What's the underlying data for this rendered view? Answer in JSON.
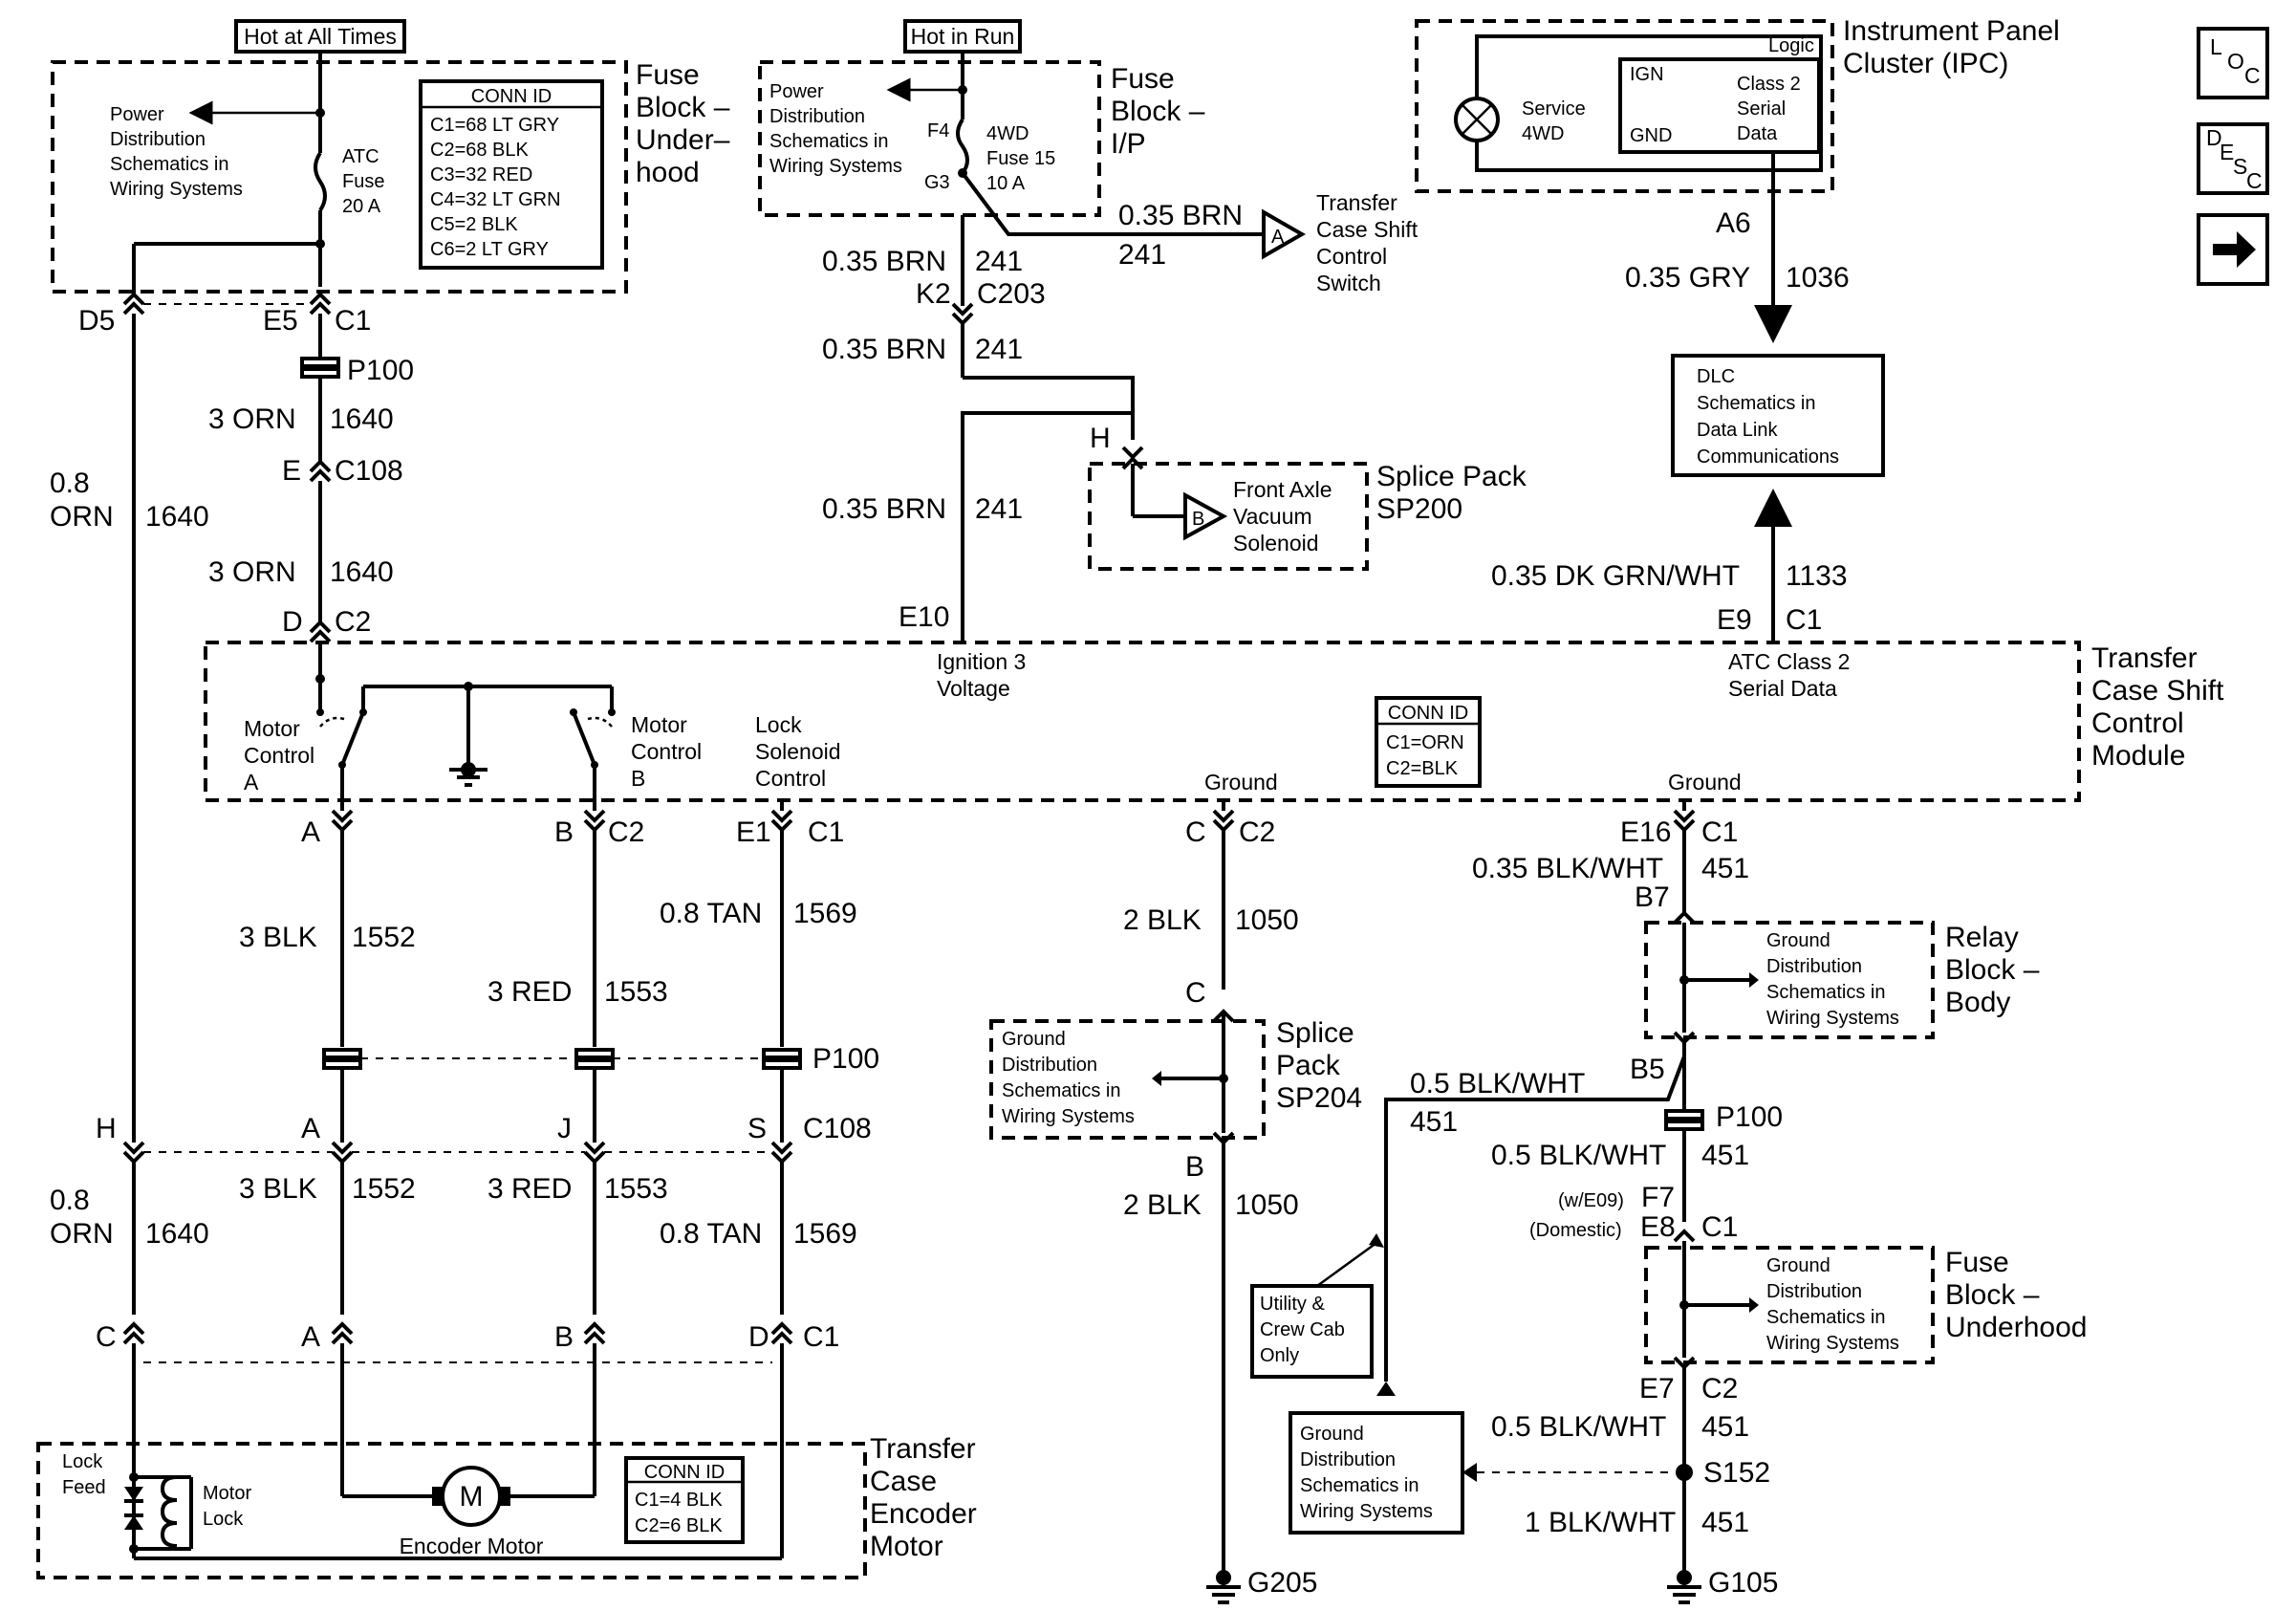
{
  "headers": {
    "hot_at_all_times": "Hot at All Times",
    "hot_in_run": "Hot in Run"
  },
  "components": {
    "fuse_block_underhood_top": [
      "Fuse",
      "Block –",
      "Under–",
      "hood"
    ],
    "fuse_block_ip": [
      "Fuse",
      "Block –",
      "I/P"
    ],
    "ipc": [
      "Instrument Panel",
      "Cluster (IPC)"
    ],
    "tcscm": [
      "Transfer",
      "Case Shift",
      "Control",
      "Module"
    ],
    "sp200": [
      "Splice Pack",
      "SP200"
    ],
    "sp204": [
      "Splice",
      "Pack",
      "SP204"
    ],
    "relay_block": [
      "Relay",
      "Block –",
      "Body"
    ],
    "fuse_block_underhood_bottom": [
      "Fuse",
      "Block –",
      "Underhood"
    ],
    "encoder_motor": [
      "Transfer",
      "Case",
      "Encoder",
      "Motor"
    ],
    "dlc": [
      "DLC",
      "Schematics in",
      "Data Link",
      "Communications"
    ],
    "ground_dist_bottom": [
      "Ground",
      "Distribution",
      "Schematics in",
      "Wiring Systems"
    ],
    "utility_note": [
      "Utility &",
      "Crew Cab",
      "Only"
    ]
  },
  "conn_id_fuse_block": {
    "title": "CONN ID",
    "rows": [
      "C1=68 LT GRY",
      "C2=68 BLK",
      "C3=32 RED",
      "C4=32 LT GRN",
      "C5=2 BLK",
      "C6=2 LT GRY"
    ]
  },
  "conn_id_module": {
    "title": "CONN ID",
    "rows": [
      "C1=ORN",
      "C2=BLK"
    ]
  },
  "conn_id_motor": {
    "title": "CONN ID",
    "rows": [
      "C1=4 BLK",
      "C2=6 BLK"
    ]
  },
  "inner_labels": {
    "power_dist_1": [
      "Power",
      "Distribution",
      "Schematics in",
      "Wiring Systems"
    ],
    "power_dist_2": [
      "Power",
      "Distribution",
      "Schematics in",
      "Wiring Systems"
    ],
    "atc_fuse": [
      "ATC",
      "Fuse",
      "20 A"
    ],
    "fuse_4wd": [
      "4WD",
      "Fuse 15",
      "10 A"
    ],
    "f4": "F4",
    "g3": "G3",
    "service_4wd": [
      "Service",
      "4WD"
    ],
    "logic": "Logic",
    "ign": "IGN",
    "gnd": "GND",
    "class2": [
      "Class 2",
      "Serial",
      "Data"
    ],
    "transfer_case_switch": [
      "Transfer",
      "Case Shift",
      "Control",
      "Switch"
    ],
    "front_axle": [
      "Front Axle",
      "Vacuum",
      "Solenoid"
    ],
    "ground_dist_sp204": [
      "Ground",
      "Distribution",
      "Schematics in",
      "Wiring Systems"
    ],
    "ground_dist_relay": [
      "Ground",
      "Distribution",
      "Schematics in",
      "Wiring Systems"
    ],
    "ground_dist_fuse": [
      "Ground",
      "Distribution",
      "Schematics in",
      "Wiring Systems"
    ],
    "motor_control_a": [
      "Motor",
      "Control",
      "A"
    ],
    "motor_control_b": [
      "Motor",
      "Control",
      "B"
    ],
    "lock_solenoid": [
      "Lock",
      "Solenoid",
      "Control"
    ],
    "ignition3": [
      "Ignition 3",
      "Voltage"
    ],
    "atc_class2": [
      "ATC Class 2",
      "Serial Data"
    ],
    "ground_left": "Ground",
    "ground_right": "Ground",
    "lock_feed": [
      "Lock",
      "Feed"
    ],
    "motor_lock": [
      "Motor",
      "Lock"
    ],
    "encoder_motor_label": "Encoder Motor",
    "motor_m": "M",
    "arrow_a": "A",
    "arrow_b": "B",
    "w_e09": "(w/E09)",
    "domestic": "(Domestic)"
  },
  "wire_labels": {
    "w_3orn_a": "3 ORN",
    "w_1640_a": "1640",
    "w_3orn_b": "3 ORN",
    "w_1640_b": "1640",
    "w_08orn_a1": "0.8",
    "w_08orn_a2": "ORN",
    "w_1640_c": "1640",
    "w_08orn_b1": "0.8",
    "w_08orn_b2": "ORN",
    "w_1640_d": "1640",
    "w_brn_a": "0.35 BRN",
    "w_241_a": "241",
    "w_brn_b": "0.35 BRN",
    "w_241_b": "241",
    "w_brn_c": "0.35 BRN",
    "w_241_c": "241",
    "w_brn_d": "0.35 BRN",
    "w_241_d": "241",
    "w_gry": "0.35 GRY",
    "w_1036": "1036",
    "w_dkgrn": "0.35 DK GRN/WHT",
    "w_1133": "1133",
    "w_3blk_a": "3 BLK",
    "w_1552_a": "1552",
    "w_3red_a": "3 RED",
    "w_1553_a": "1553",
    "w_tan_a": "0.8 TAN",
    "w_1569_a": "1569",
    "w_3blk_b": "3 BLK",
    "w_1552_b": "1552",
    "w_3red_b": "3 RED",
    "w_1553_b": "1553",
    "w_tan_b": "0.8 TAN",
    "w_1569_b": "1569",
    "w_2blk_a": "2 BLK",
    "w_1050_a": "1050",
    "w_2blk_b": "2 BLK",
    "w_1050_b": "1050",
    "w_blkwht_a": "0.35 BLK/WHT",
    "w_451_a": "451",
    "w_blkwht_b": "0.5 BLK/WHT",
    "w_451_b": "451",
    "w_blkwht_c": "0.5 BLK/WHT",
    "w_451_c": "451",
    "w_blkwht_d": "0.5 BLK/WHT",
    "w_451_d": "451",
    "w_blkwht_e": "1 BLK/WHT",
    "w_451_e": "451"
  },
  "pin_labels": {
    "p_d5": "D5",
    "p_e5": "E5",
    "p_c1_top": "C1",
    "p_p100_top": "P100",
    "p_e": "E",
    "p_c108_top": "C108",
    "p_d": "D",
    "p_c2_top": "C2",
    "p_k2": "K2",
    "p_c203": "C203",
    "p_h": "H",
    "p_e10": "E10",
    "p_a6": "A6",
    "p_e9": "E9",
    "p_c1_mod": "C1",
    "p_a1": "A",
    "p_b1": "B",
    "p_c2_mod": "C2",
    "p_e1": "E1",
    "p_c1_e1": "C1",
    "p_c_gnd": "C",
    "p_c2_gnd": "C2",
    "p_e16": "E16",
    "p_c1_e16": "C1",
    "p_b7": "B7",
    "p_c_sp": "C",
    "p_b5": "B5",
    "p_p100_right": "P100",
    "p_p100_mid": "P100",
    "p_h2": "H",
    "p_a2": "A",
    "p_j": "J",
    "p_s": "S",
    "p_c108_mid": "C108",
    "p_b_sp": "B",
    "p_f7": "F7",
    "p_e8": "E8",
    "p_c1_e8": "C1",
    "p_c3": "C",
    "p_a3": "A",
    "p_b3": "B",
    "p_d3": "D",
    "p_c1_bot": "C1",
    "p_e7": "E7",
    "p_c2_e7": "C2",
    "p_s152": "S152",
    "p_g205": "G205",
    "p_g105": "G105"
  },
  "nav_buttons": {
    "loc": [
      "L",
      "O",
      "C"
    ],
    "desc": [
      "D",
      "E",
      "S",
      "C"
    ]
  }
}
